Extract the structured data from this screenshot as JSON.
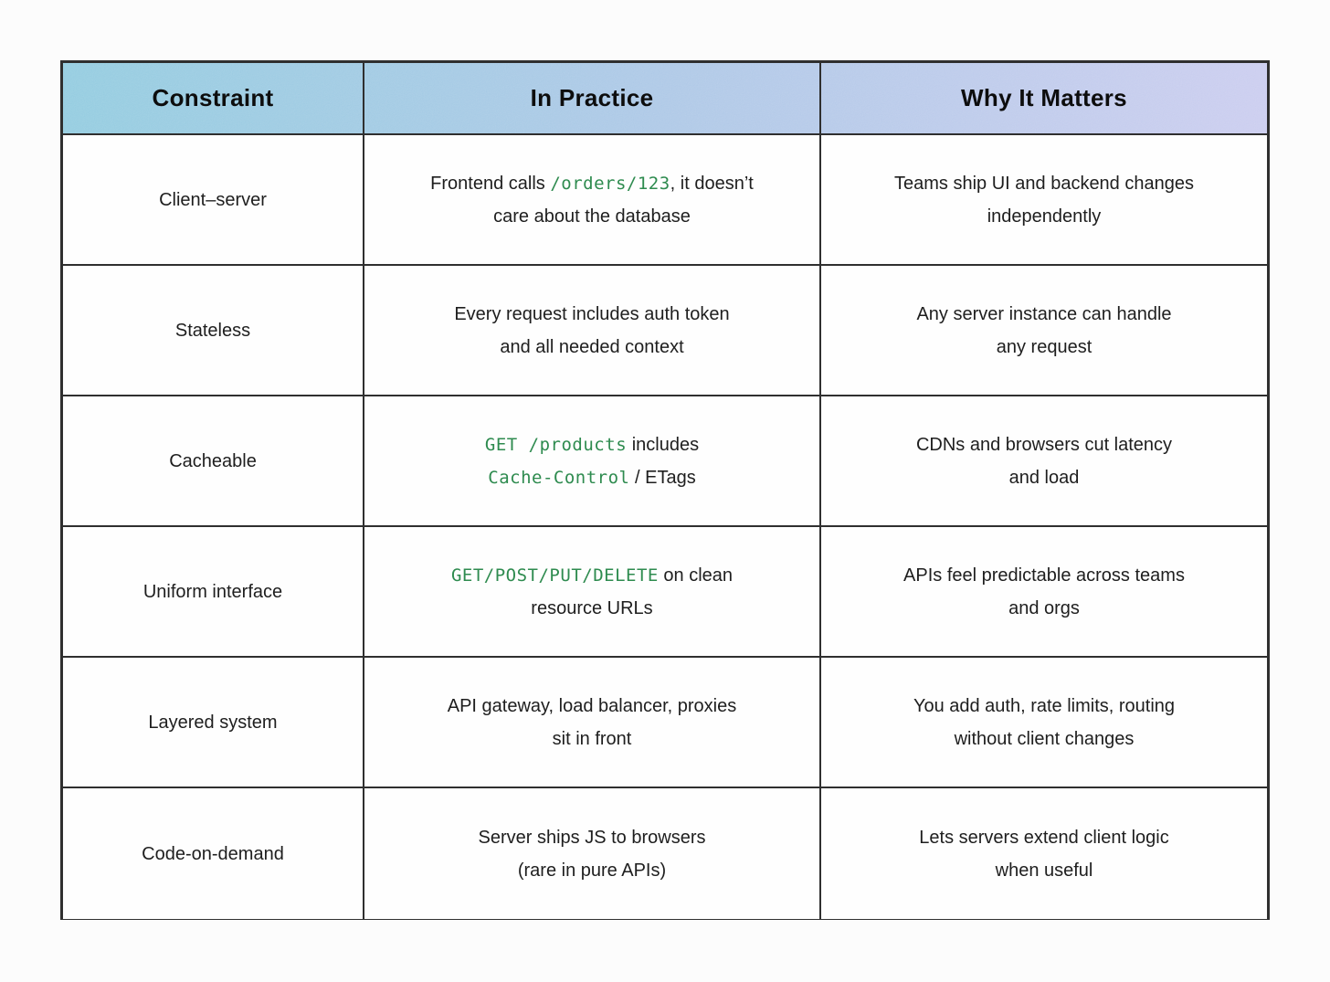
{
  "colors": {
    "header_gradient_from": "#8dc9de",
    "header_gradient_to": "#c8caee",
    "border": "#2f2f2f",
    "text": "#1e1e1e",
    "code_green": "#2e8b4f",
    "background": "#fcfcfc"
  },
  "chart_data": {
    "type": "table",
    "columns": [
      "Constraint",
      "In Practice",
      "Why It Matters"
    ],
    "rows": [
      {
        "constraint": "Client–server",
        "practice": {
          "line1_pre": "Frontend calls ",
          "line1_code": "/orders/123",
          "line1_post": ", it doesn’t",
          "line2_pre": "care about the database"
        },
        "why_line1": "Teams ship UI and backend changes",
        "why_line2": "independently"
      },
      {
        "constraint": "Stateless",
        "practice": {
          "line1_pre": "Every request includes auth token",
          "line2_pre": "and all needed context"
        },
        "why_line1": "Any server instance can handle",
        "why_line2": "any request"
      },
      {
        "constraint": "Cacheable",
        "practice": {
          "line1_code": "GET /products",
          "line1_post": " includes",
          "line2_code": "Cache-Control",
          "line2_post": " / ETags"
        },
        "why_line1": "CDNs and browsers cut latency",
        "why_line2": "and load"
      },
      {
        "constraint": "Uniform interface",
        "practice": {
          "line1_code": "GET/POST/PUT/DELETE",
          "line1_post": " on clean",
          "line2_pre": "resource URLs"
        },
        "why_line1": "APIs feel predictable across teams",
        "why_line2": "and orgs"
      },
      {
        "constraint": "Layered system",
        "practice": {
          "line1_pre": "API gateway, load balancer, proxies",
          "line2_pre": "sit in front"
        },
        "why_line1": "You add auth, rate limits, routing",
        "why_line2": "without client changes"
      },
      {
        "constraint": "Code-on-demand",
        "practice": {
          "line1_pre": "Server ships JS to browsers",
          "line2_pre": "(rare in pure APIs)"
        },
        "why_line1": "Lets servers extend client logic",
        "why_line2": "when useful"
      }
    ]
  }
}
